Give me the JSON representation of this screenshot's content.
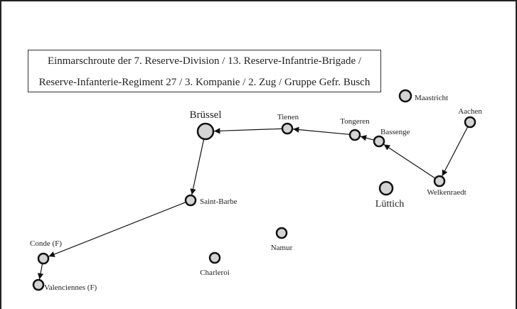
{
  "title": {
    "line1": "Einmarschroute der 7. Reserve-Division / 13. Reserve-Infantrie-Brigade /",
    "line2": "Reserve-Infanterie-Regiment 27 / 3. Kompanie / 2. Zug / Gruppe Gefr. Busch"
  },
  "places": {
    "aachen": "Aachen",
    "welkenraedt": "Welkenraedt",
    "bassenge": "Bassenge",
    "tongeren": "Tongeren",
    "tienen": "Tienen",
    "bruessel": "Brüssel",
    "saint_barbe": "Saint-Barbe",
    "conde": "Conde (F)",
    "valenciennes": "Valenciennes (F)",
    "maastricht": "Maastricht",
    "luettich": "Lüttich",
    "namur": "Namur",
    "charleroi": "Charleroi"
  },
  "route": [
    "aachen",
    "welkenraedt",
    "bassenge",
    "tongeren",
    "tienen",
    "bruessel",
    "saint_barbe",
    "conde",
    "valenciennes"
  ],
  "colors": {
    "node_fill": "#d4d4d4",
    "stroke": "#111111"
  }
}
